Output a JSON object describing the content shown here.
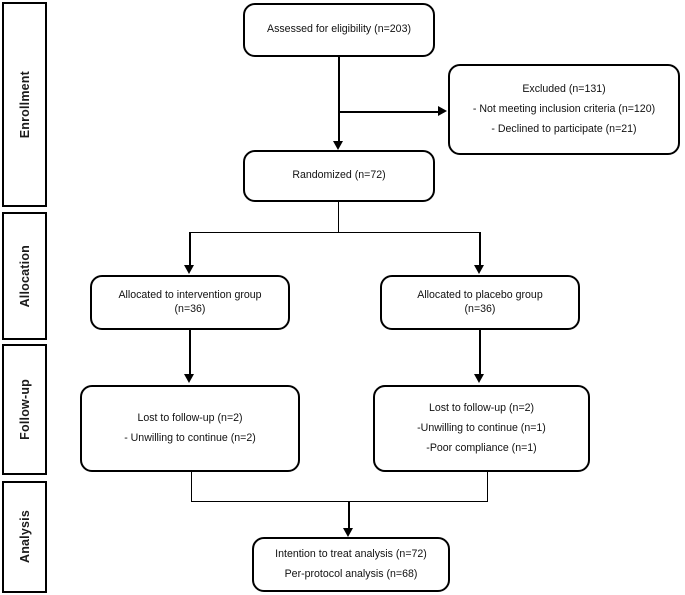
{
  "diagram": {
    "title": "CONSORT participant flow diagram",
    "type": "flowchart",
    "line_color": "#000000",
    "box_fill": "#ffffff",
    "text_color": "#111111"
  },
  "phases": [
    {
      "label": "Enrollment"
    },
    {
      "label": "Allocation"
    },
    {
      "label": "Follow-up"
    },
    {
      "label": "Analysis"
    }
  ],
  "nodes": {
    "assessed": {
      "lines": [
        "Assessed for eligibility (n=203)"
      ]
    },
    "excluded": {
      "lines": [
        "Excluded (n=131)",
        "- Not meeting inclusion criteria (n=120)",
        "- Declined to participate (n=21)"
      ]
    },
    "randomized": {
      "lines": [
        "Randomized (n=72)"
      ]
    },
    "allocated_intervention": {
      "lines": [
        "Allocated to intervention group",
        "(n=36)"
      ]
    },
    "allocated_placebo": {
      "lines": [
        "Allocated to placebo group",
        "(n=36)"
      ]
    },
    "lost_intervention": {
      "lines": [
        "Lost to follow-up (n=2)",
        "- Unwilling to continue (n=2)"
      ]
    },
    "lost_placebo": {
      "lines": [
        "Lost to follow-up (n=2)",
        "-Unwilling to continue (n=1)",
        "-Poor compliance (n=1)"
      ]
    },
    "analysis": {
      "lines": [
        "Intention to treat analysis (n=72)",
        "Per-protocol analysis (n=68)"
      ]
    }
  }
}
